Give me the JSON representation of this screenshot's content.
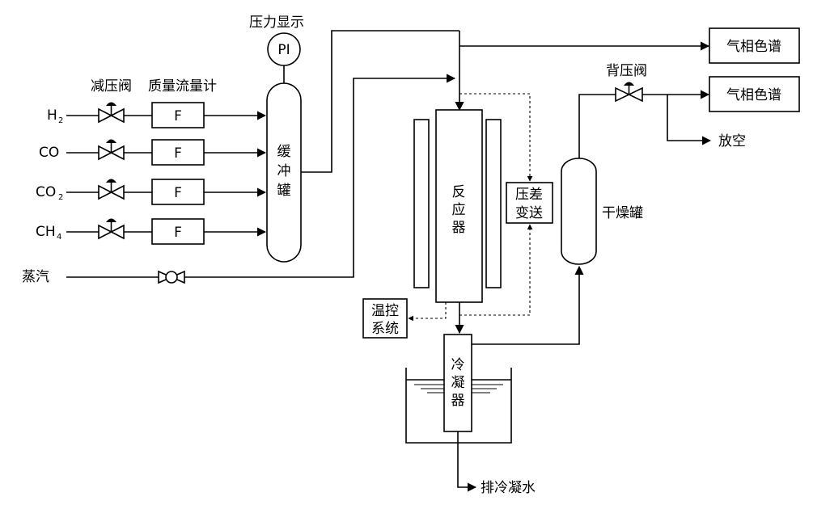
{
  "labels": {
    "pressure_display": "压力显示",
    "pi": "PI",
    "reducing_valve": "减压阀",
    "mass_flowmeter": "质量流量计",
    "h2": "H",
    "h2_sub": "2",
    "co": "CO",
    "co2": "CO",
    "co2_sub": "2",
    "ch4": "CH",
    "ch4_sub": "4",
    "flow_f": "F",
    "buffer_tank": [
      "缓",
      "冲",
      "罐"
    ],
    "steam": "蒸汽",
    "reactor": [
      "反",
      "应",
      "器"
    ],
    "dp_transmitter": [
      "压差",
      "变送"
    ],
    "temp_control": [
      "温控",
      "系统"
    ],
    "condenser": [
      "冷",
      "凝",
      "器"
    ],
    "drain_condensate": "排冷凝水",
    "dryer": "干燥罐",
    "back_pressure_valve": "背压阀",
    "gc": "气相色谱",
    "vent": "放空"
  }
}
